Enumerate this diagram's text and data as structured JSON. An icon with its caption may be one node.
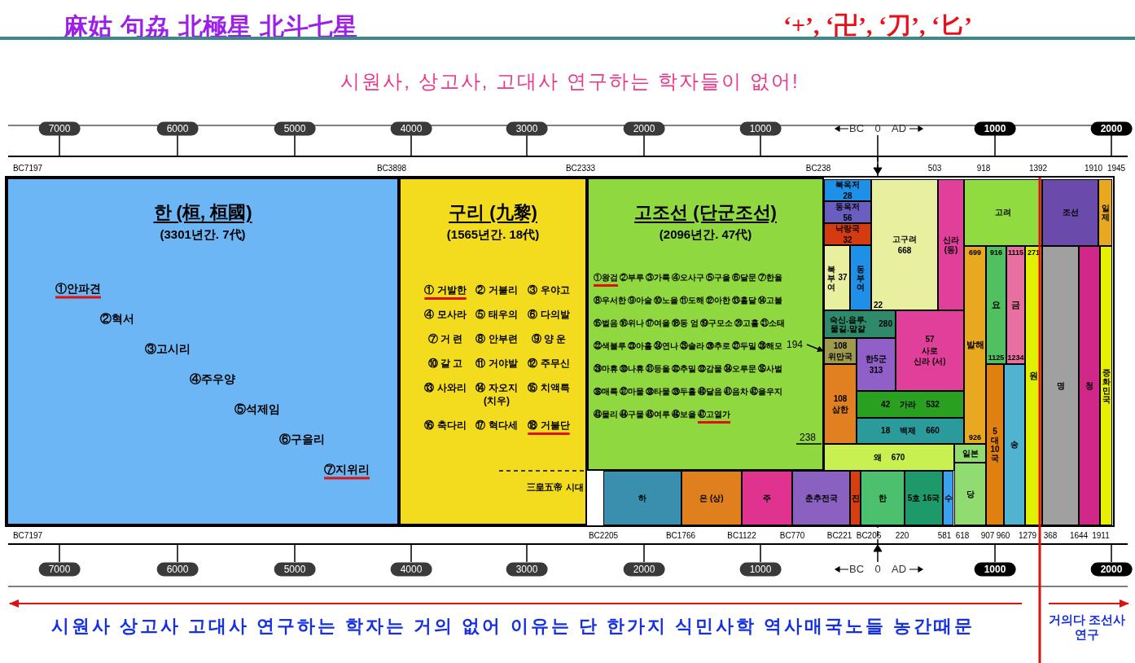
{
  "diagram": {
    "title": "麻姑 句劦 北極星 北斗七星",
    "nodes": [
      {
        "text": [
          "한 (桓, 桓國)",
          "(3301년간. 7代)",
          "①안파견",
          "②혁서",
          "③고시리",
          "④주우양",
          "⑤석제임",
          "⑥구을리",
          "⑦지위리"
        ]
      },
      {
        "text": [
          "구리 (九黎)",
          "(1565년간. 18代)",
          "① 거발한",
          "② 거불리",
          "③ 우야고",
          "④ 모사라",
          "⑤ 태우의",
          "⑥ 다의발",
          "⑦ 거 련",
          "⑧ 안부련",
          "⑨ 양 운",
          "⑩ 갈 고",
          "⑪ 거야발",
          "⑫ 주무신",
          "⑬ 사와리",
          "⑭ 자오지 (치우)",
          "⑮ 치액특",
          "⑯ 축다리",
          "⑰ 혁다세",
          "⑱ 거불단"
        ]
      },
      {
        "text": [
          "고조선 (단군조선)",
          "(2096년간. 47代)",
          "①왕검",
          "②부루",
          "③가륵",
          "④오사구",
          "⑤구을",
          "⑥달문",
          "⑦한율",
          "⑧우서한",
          "⑨아술",
          "⑩노을",
          "⑪도해",
          "⑫아한",
          "⑬흘달",
          "⑭고불",
          "⑮벌음",
          "⑯위나",
          "⑰여을",
          "⑱동 엄",
          "⑲구모소",
          "⑳고홀",
          "㉑소태",
          "㉒색불루",
          "㉓아홀",
          "㉔연나",
          "㉕솔라",
          "㉖추로",
          "㉗두밀",
          "㉘해모",
          "㉙마휴",
          "㉚나휴",
          "㉛등올",
          "㉜추밀",
          "㉝감물",
          "㉞오루문",
          "㉟사벌",
          "㊱매륵",
          "㊲마물",
          "㊳타물",
          "㊴두홀",
          "㊵달음",
          "㊶음차",
          "㊷을우지",
          "㊸물리",
          "㊹구물",
          "㊺여루",
          "㊻보을",
          "㊼고열가"
        ]
      },
      {
        "text": [
          "194"
        ],
        "in": 2
      },
      {
        "text": [
          "북옥저",
          "28"
        ]
      },
      {
        "text": [
          "동옥저",
          "56"
        ]
      },
      {
        "text": [
          "낙랑국",
          "32"
        ]
      },
      {
        "text": [
          "북부여",
          "37"
        ]
      },
      {
        "text": [
          "동부여"
        ],
        "beside": [
          "22"
        ]
      },
      {
        "text": [
          "고구려",
          "668"
        ]
      },
      {
        "text": [
          "신라 (동)"
        ]
      },
      {
        "text": [
          "고려"
        ]
      },
      {
        "text": [
          "조선"
        ]
      },
      {
        "text": [
          "일제"
        ]
      },
      {
        "text": [
          "숙신.읍루. 물길.말갈",
          "280"
        ]
      },
      {
        "text": [
          "108",
          "위만국"
        ]
      },
      {
        "text": [
          "한5군",
          "313"
        ]
      },
      {
        "text": [
          "57",
          "사로",
          "신라 (서)"
        ]
      },
      {
        "text": [
          "108",
          "삼한"
        ]
      },
      {
        "text": [
          "42",
          "가라",
          "532"
        ]
      },
      {
        "text": [
          "18",
          "백제",
          "660"
        ]
      },
      {
        "text": [
          "왜",
          "670"
        ]
      },
      {
        "text": [
          "일본"
        ]
      },
      {
        "text": [
          "699",
          "발해",
          "926"
        ]
      },
      {
        "text": [
          "916",
          "요",
          "1125"
        ]
      },
      {
        "text": [
          "1115",
          "금",
          "1234"
        ]
      },
      {
        "text": [
          "271",
          "원"
        ]
      },
      {
        "text": [
          "5대10국"
        ]
      },
      {
        "text": [
          "송"
        ]
      },
      {
        "text": [
          "명"
        ]
      },
      {
        "text": [
          "청"
        ]
      },
      {
        "text": [
          "중화민국"
        ]
      },
      {
        "text": [
          "하"
        ]
      },
      {
        "text": [
          "은 (상)"
        ]
      },
      {
        "text": [
          "주"
        ]
      },
      {
        "text": [
          "춘추전국"
        ]
      },
      {
        "text": [
          "진"
        ]
      },
      {
        "text": [
          "한"
        ]
      },
      {
        "text": [
          "5호 16국"
        ]
      },
      {
        "text": [
          "수"
        ]
      },
      {
        "text": [
          "당"
        ]
      }
    ],
    "edges": [
      {
        "from": 3,
        "to": 15,
        "arrow": "to"
      }
    ],
    "labels": [
      "‘+’, ‘卍’, ‘刀’, ‘匕’",
      "시원사, 상고사, 고대사 연구하는 학자들이 없어!",
      "7000",
      "6000",
      "5000",
      "4000",
      "3000",
      "2000",
      "1000",
      "BC",
      "0",
      "AD",
      "1000",
      "2000",
      "BC7197",
      "BC3898",
      "BC2333",
      "BC238",
      "503",
      "918",
      "1392",
      "1910",
      "1945",
      "238",
      "三皇五帝 시대",
      "BC7197",
      "BC2205",
      "BC1766",
      "BC1122",
      "BC770",
      "BC221",
      "BC206",
      "220",
      "581",
      "618",
      "907",
      "960",
      "1279",
      "368",
      "1644",
      "1911",
      "7000",
      "6000",
      "5000",
      "4000",
      "3000",
      "2000",
      "1000",
      "BC",
      "0",
      "AD",
      "1000",
      "2000",
      "시원사 상고사 고대사 연구하는 학자는 거의 없어 이유는 단 한가지 식민사학 역사매국노들 농간때문",
      "거의다 조선사연구"
    ]
  }
}
